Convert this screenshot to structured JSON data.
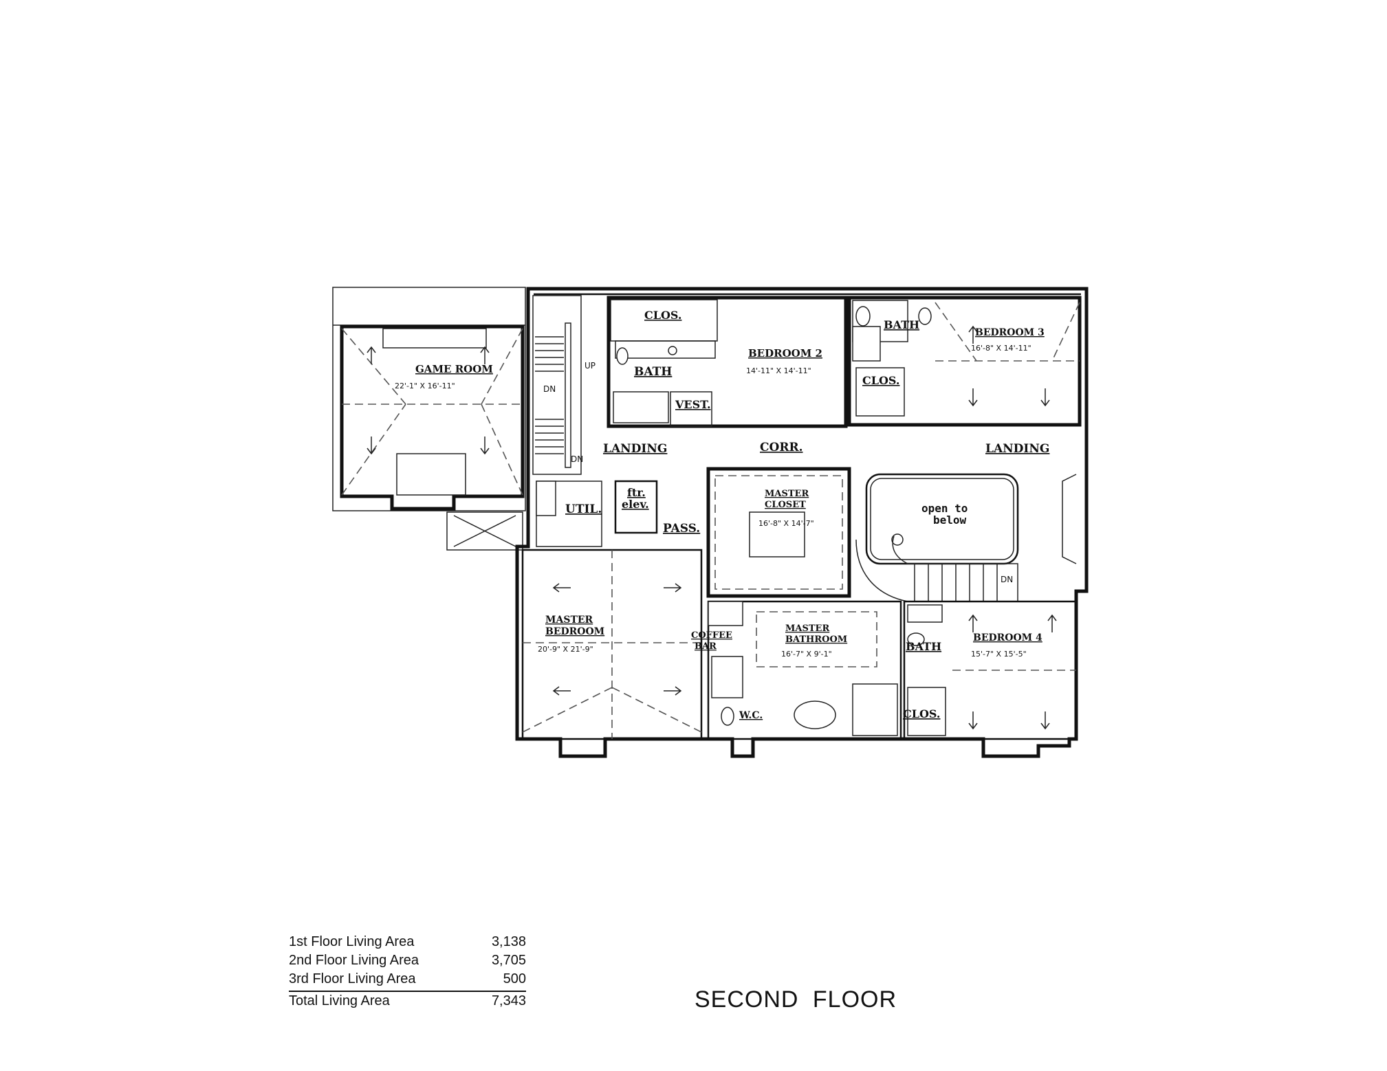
{
  "floor_title": "SECOND  FLOOR",
  "rooms": {
    "game_room": {
      "name": "GAME ROOM",
      "dim": "22'-1\" X 16'-11\""
    },
    "bedroom2": {
      "name": "BEDROOM 2",
      "dim": "14'-11\" X 14'-11\""
    },
    "bedroom3": {
      "name": "BEDROOM 3",
      "dim": "16'-8\" X 14'-11\""
    },
    "bedroom4": {
      "name": "BEDROOM 4",
      "dim": "15'-7\" X 15'-5\""
    },
    "master_closet": {
      "name1": "MASTER",
      "name2": "CLOSET",
      "dim": "16'-8\" X 14'-7\""
    },
    "master_bedroom": {
      "name1": "MASTER",
      "name2": "BEDROOM",
      "dim": "20'-9\" X 21'-9\""
    },
    "master_bathroom": {
      "name1": "MASTER",
      "name2": "BATHROOM",
      "dim": "16'-7\" X 9'-1\""
    },
    "clos_1": "CLOS.",
    "clos_2": "CLOS.",
    "clos_3": "CLOS.",
    "bath_1": "BATH",
    "bath_2": "BATH",
    "bath_3": "BATH",
    "vest": "VEST.",
    "landing_1": "LANDING",
    "landing_2": "LANDING",
    "corr": "CORR.",
    "util": "UTIL.",
    "ftr_elev_1": "ftr.",
    "ftr_elev_2": "elev.",
    "pass": "PASS.",
    "coffee_bar_1": "COFFEE",
    "coffee_bar_2": "BAR",
    "wc": "W.C.",
    "open_below_1": "open to",
    "open_below_2": "below"
  },
  "stair_labels": {
    "up": "UP",
    "dn1": "DN",
    "dn2": "DN",
    "dn3": "DN"
  },
  "area_table": {
    "rows": [
      {
        "label": "1st Floor Living Area",
        "value": "3,138"
      },
      {
        "label": "2nd Floor Living Area",
        "value": "3,705"
      },
      {
        "label": "3rd Floor Living Area",
        "value": "500"
      }
    ],
    "total": {
      "label": "Total Living Area",
      "value": "7,343"
    }
  }
}
